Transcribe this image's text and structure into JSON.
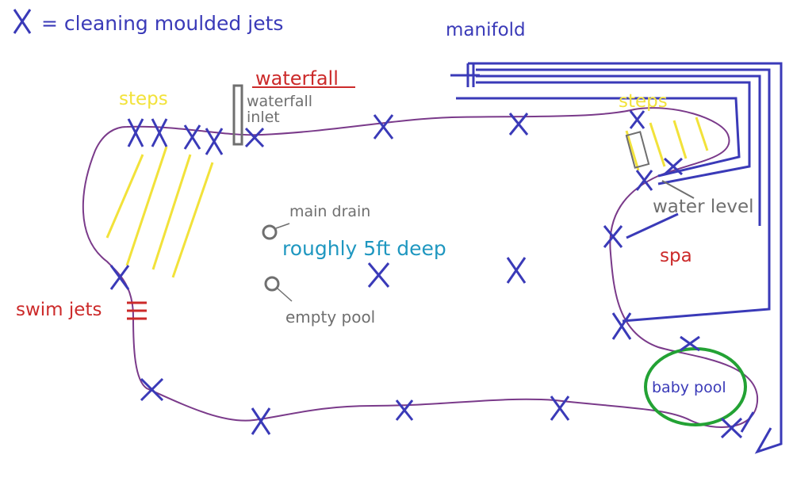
{
  "legend": {
    "symbol": "X",
    "text": "= cleaning moulded jets"
  },
  "labels": {
    "manifold": "manifold",
    "waterfall": "waterfall",
    "waterfall_inlet_line1": "waterfall",
    "waterfall_inlet_line2": "inlet",
    "steps_left": "steps",
    "steps_right": "steps",
    "main_drain": "main drain",
    "depth": "roughly 5ft deep",
    "empty_pool": "empty pool",
    "swim_jets": "swim jets",
    "water_level": "water level",
    "spa": "spa",
    "baby_pool": "baby pool"
  },
  "colors": {
    "jet_blue": "#3a3ab8",
    "outline_purple": "#7a3a8a",
    "steps_yellow": "#f2e23a",
    "red": "#cc2a2a",
    "gray": "#6f6f6f",
    "depth_teal": "#1f97c0",
    "baby_green": "#23a234"
  }
}
